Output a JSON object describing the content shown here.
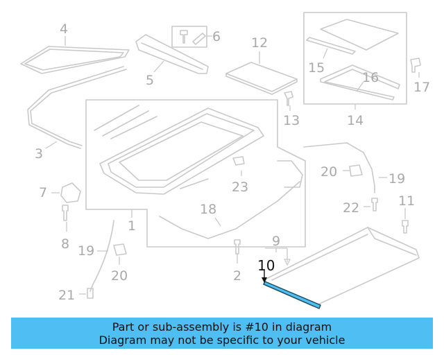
{
  "callouts": {
    "c1": "1",
    "c2": "2",
    "c3": "3",
    "c4": "4",
    "c5": "5",
    "c6": "6",
    "c7": "7",
    "c8": "8",
    "c9": "9",
    "c10": "10",
    "c11": "11",
    "c12": "12",
    "c13": "13",
    "c14": "14",
    "c15": "15",
    "c16": "16",
    "c17": "17",
    "c18": "18",
    "c19a": "19",
    "c19b": "19",
    "c20a": "20",
    "c20b": "20",
    "c21": "21",
    "c22": "22",
    "c23": "23"
  },
  "highlight": {
    "part_number": "10",
    "color": "#4fbef2"
  },
  "banner": {
    "line1": "Part or sub-assembly is #10 in diagram",
    "line2": "Diagram may not be specific to your vehicle",
    "color": "#4fbef2"
  }
}
